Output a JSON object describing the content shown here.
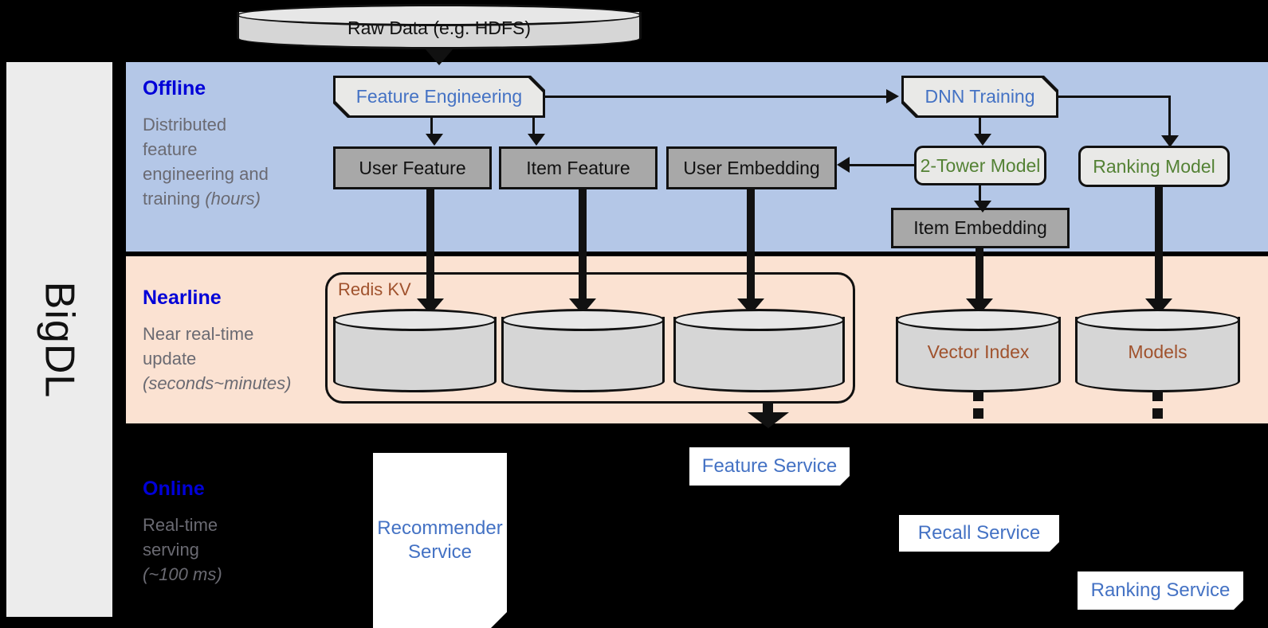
{
  "framework": {
    "name": "BigDL"
  },
  "source": {
    "label": "Raw Data (e.g. HDFS)"
  },
  "bands": {
    "offline": {
      "title": "Offline",
      "subtitle_line1": "Distributed",
      "subtitle_line2": "feature",
      "subtitle_line3": "engineering and",
      "subtitle_line4": "training ",
      "subtitle_italic": "(hours)",
      "bg": "#b4c7e7",
      "title_color": "#0000d8"
    },
    "nearline": {
      "title": "Nearline",
      "subtitle_line1": "Near real-time",
      "subtitle_line2": "update",
      "subtitle_italic": "(seconds~minutes)",
      "bg": "#fbe2d2",
      "title_color": "#0000d8"
    },
    "online": {
      "title": "Online",
      "subtitle_line1": "Real-time",
      "subtitle_line2": "serving",
      "subtitle_italic": "(~100 ms)",
      "bg": "#000000",
      "title_color": "#0000d8"
    }
  },
  "offline_nodes": {
    "feature_engineering": {
      "label": "Feature Engineering",
      "text_color": "#4472c4"
    },
    "dnn_training": {
      "label": "DNN Training",
      "text_color": "#4472c4"
    },
    "two_tower_model": {
      "label": "2-Tower Model",
      "text_color": "#548235"
    },
    "ranking_model": {
      "label": "Ranking Model",
      "text_color": "#548235"
    },
    "user_feature": {
      "label": "User Feature"
    },
    "item_feature": {
      "label": "Item Feature"
    },
    "user_embedding": {
      "label": "User Embedding"
    },
    "item_embedding": {
      "label": "Item Embedding"
    }
  },
  "nearline_nodes": {
    "redis_group_label": "Redis KV",
    "redis_group_label_color": "#a0522d",
    "store_user_feature": {
      "label": ""
    },
    "store_item_feature": {
      "label": ""
    },
    "store_user_embedding": {
      "label": ""
    },
    "vector_index": {
      "label": "Vector Index",
      "text_color": "#a0522d"
    },
    "models": {
      "label": "Models",
      "text_color": "#a0522d"
    }
  },
  "online_nodes": {
    "recommender_service": {
      "label_line1": "Recommender",
      "label_line2": "Service",
      "text_color": "#4472c4"
    },
    "feature_service": {
      "label": "Feature Service",
      "text_color": "#4472c4"
    },
    "recall_service": {
      "label": "Recall Service",
      "text_color": "#4472c4"
    },
    "ranking_service": {
      "label": "Ranking Service",
      "text_color": "#4472c4"
    }
  },
  "palette": {
    "gray_box": "#a8a8a8",
    "light_box": "#e9e9e7",
    "cylinder_body": "#d6d6d6",
    "stroke": "#111111",
    "rail": "#ececec"
  }
}
